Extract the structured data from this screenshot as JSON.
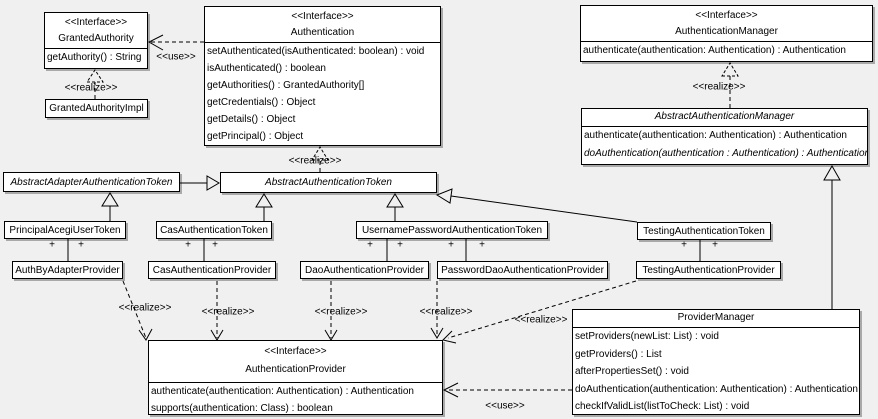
{
  "colors": {
    "background": "#f0f0f0",
    "box_fill": "#ffffff",
    "line": "#000000",
    "shadow": "#a9a9a9"
  },
  "labels": {
    "realize": "<<realize>>",
    "use": "<<use>>",
    "plus": "+"
  },
  "classes": {
    "granted_authority": {
      "stereotype": "<<Interface>>",
      "name": "GrantedAuthority",
      "methods": [
        "getAuthority() : String"
      ]
    },
    "granted_authority_impl": {
      "name": "GrantedAuthorityImpl"
    },
    "authentication": {
      "stereotype": "<<Interface>>",
      "name": "Authentication",
      "methods": [
        "setAuthenticated(isAuthenticated: boolean) : void",
        "isAuthenticated() : boolean",
        "getAuthorities() : GrantedAuthority[]",
        "getCredentials() : Object",
        "getDetails() : Object",
        "getPrincipal() : Object"
      ]
    },
    "authentication_manager": {
      "stereotype": "<<Interface>>",
      "name": "AuthenticationManager",
      "methods": [
        "authenticate(authentication: Authentication) : Authentication"
      ]
    },
    "abstract_authentication_manager": {
      "name": "AbstractAuthenticationManager",
      "methods": [
        "authenticate(authentication: Authentication) : Authentication",
        "doAuthentication(authentication : Authentication) : Authentication"
      ]
    },
    "abstract_adapter_authentication_token": {
      "name": "AbstractAdapterAuthenticationToken"
    },
    "abstract_authentication_token": {
      "name": "AbstractAuthenticationToken"
    },
    "principal_acegi_user_token": {
      "name": "PrincipalAcegiUserToken"
    },
    "cas_authentication_token": {
      "name": "CasAuthenticationToken"
    },
    "username_password_authentication_token": {
      "name": "UsernamePasswordAuthenticationToken"
    },
    "testing_authentication_token": {
      "name": "TestingAuthenticationToken"
    },
    "auth_by_adapter_provider": {
      "name": "AuthByAdapterProvider"
    },
    "cas_authentication_provider": {
      "name": "CasAuthenticationProvider"
    },
    "dao_authentication_provider": {
      "name": "DaoAuthenticationProvider"
    },
    "password_dao_authentication_provider": {
      "name": "PasswordDaoAuthenticationProvider"
    },
    "testing_authentication_provider": {
      "name": "TestingAuthenticationProvider"
    },
    "authentication_provider": {
      "stereotype": "<<Interface>>",
      "name": "AuthenticationProvider",
      "methods": [
        "authenticate(authentication: Authentication) : Authentication",
        "supports(authentication: Class) : boolean"
      ]
    },
    "provider_manager": {
      "name": "ProviderManager",
      "methods": [
        "setProviders(newList: List) : void",
        "getProviders() : List",
        "afterPropertiesSet() : void",
        "doAuthentication(authentication: Authentication) : Authentication",
        "checkIfValidList(listToCheck: List) : void"
      ]
    }
  }
}
